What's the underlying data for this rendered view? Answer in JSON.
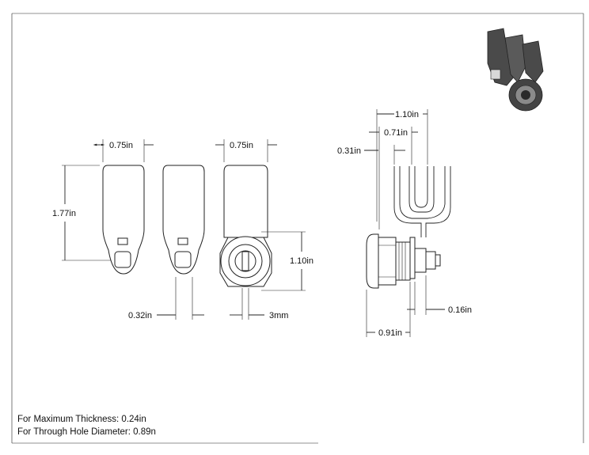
{
  "dimensions": {
    "top_left_width": "0.75in",
    "top_mid_width": "0.75in",
    "cam_length": "1.77in",
    "body_height": "1.10in",
    "cam_thickness": "0.32in",
    "slot_width": "3mm",
    "side_overall_width": "1.10in",
    "side_offset_1": "0.71in",
    "side_offset_2": "0.31in",
    "side_body_length": "0.91in",
    "side_nut_length": "0.16in"
  },
  "notes": {
    "max_thickness": "For Maximum Thickness: 0.24in",
    "through_hole": "For Through Hole Diameter: 0.89n"
  },
  "colors": {
    "line": "#222222",
    "render_body": "#4a4a4a",
    "render_highlight": "#8a8a8a"
  }
}
